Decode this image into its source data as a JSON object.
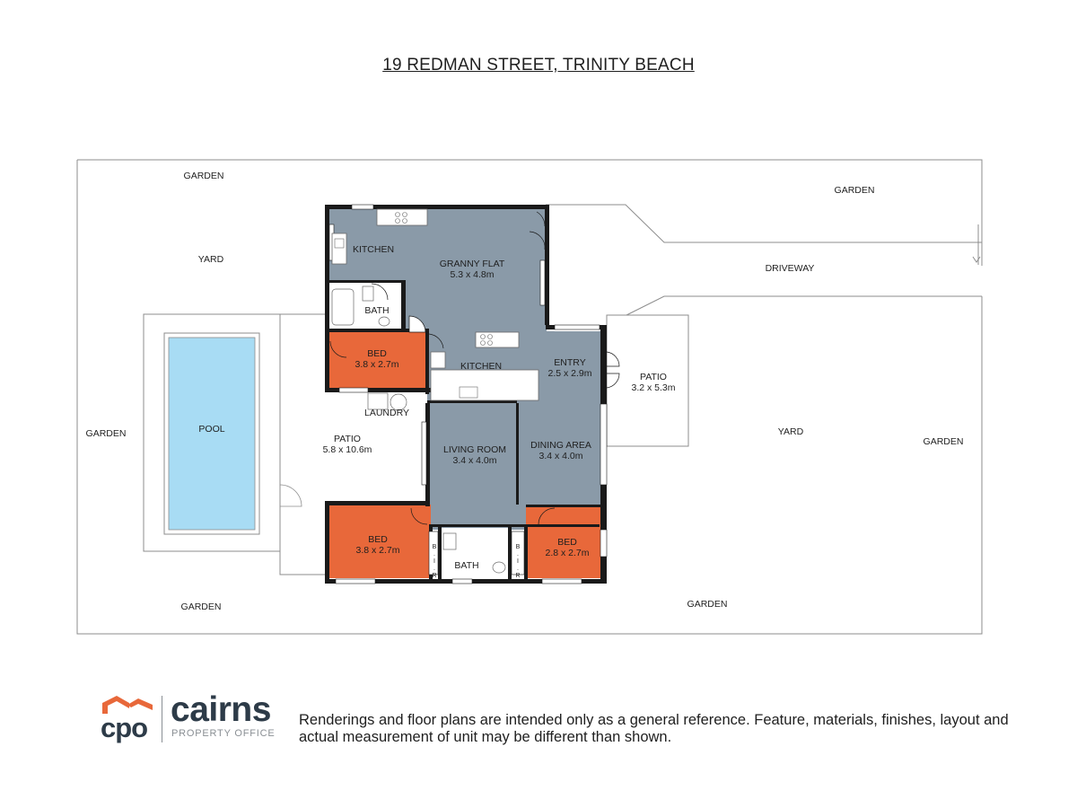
{
  "title": "19 REDMAN STREET, TRINITY BEACH",
  "labels": {
    "garden_top_left": "GARDEN",
    "garden_top_right": "GARDEN",
    "garden_left": "GARDEN",
    "garden_right": "GARDEN",
    "garden_bottom_left": "GARDEN",
    "garden_bottom_right": "GARDEN",
    "yard_left": "YARD",
    "yard_right": "YARD",
    "driveway": "DRIVEWAY",
    "pool": "POOL",
    "laundry": "LAUNDRY",
    "bath_top": "BATH",
    "bath_bottom": "BATH",
    "kitchen_granny": "KITCHEN",
    "kitchen_main": "KITCHEN",
    "bir_left": "B.I.R",
    "bir_right": "B.I.R"
  },
  "rooms": {
    "granny_flat": {
      "name": "GRANNY FLAT",
      "dim": "5.3 x 4.8m"
    },
    "bed_top": {
      "name": "BED",
      "dim": "3.8 x 2.7m"
    },
    "entry": {
      "name": "ENTRY",
      "dim": "2.5 x 2.9m"
    },
    "patio_right": {
      "name": "PATIO",
      "dim": "3.2 x 5.3m"
    },
    "patio_center": {
      "name": "PATIO",
      "dim": "5.8 x 10.6m"
    },
    "living_room": {
      "name": "LIVING ROOM",
      "dim": "3.4 x 4.0m"
    },
    "dining_area": {
      "name": "DINING AREA",
      "dim": "3.4 x 4.0m"
    },
    "bed_bottom_left": {
      "name": "BED",
      "dim": "3.8 x 2.7m"
    },
    "bed_bottom_right": {
      "name": "BED",
      "dim": "2.8 x 2.7m"
    }
  },
  "colors": {
    "floor_grey": "#8a9aa8",
    "bedroom_orange": "#e8683a",
    "pool_blue": "#a8dcf4",
    "wall": "#1a1a1a",
    "brand_orange": "#e8683a",
    "brand_navy": "#2d3b48"
  },
  "logo": {
    "cpo": "cpo",
    "cairns": "cairns",
    "office": "PROPERTY OFFICE"
  },
  "disclaimer": "Renderings and floor plans are intended only as a general reference. Feature, materials, finishes, layout and actual measurement of unit may be different than shown."
}
